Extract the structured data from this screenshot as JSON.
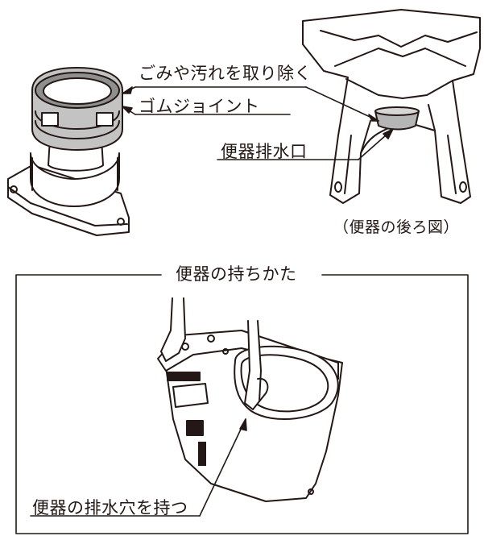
{
  "labels": {
    "remove_dirt": "ごみや汚れを取り除く",
    "rubber_joint": "ゴムジョイント",
    "toilet_drain": "便器排水口",
    "rear_view": "（便器の後ろ図）",
    "how_to_hold": "便器の持ちかた",
    "hold_drain_hole": "便器の排水穴を持つ"
  },
  "colors": {
    "line": "#231815",
    "shade": "#b9b9b9",
    "dark_shade": "#6b6b6b",
    "background": "#ffffff"
  }
}
